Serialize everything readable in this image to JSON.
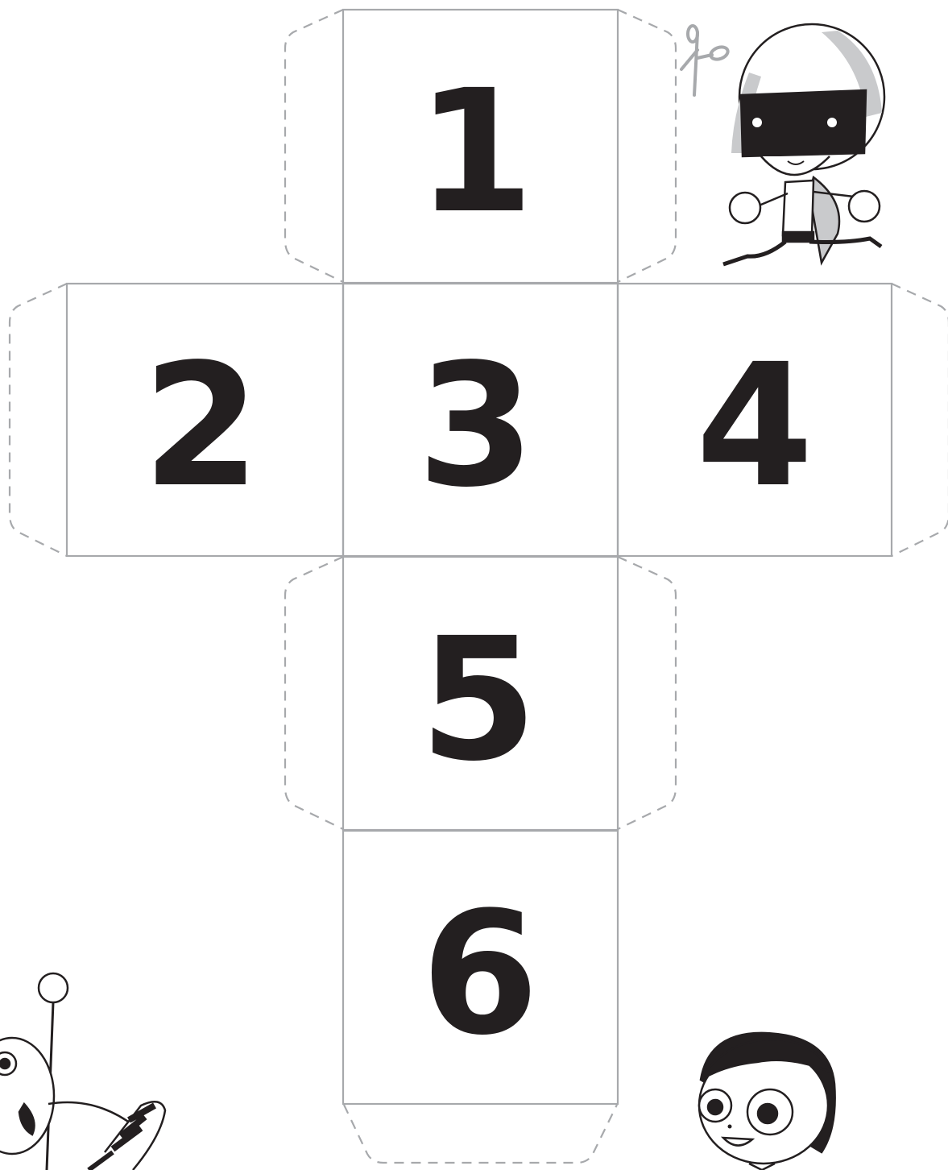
{
  "die_net": {
    "faces": [
      {
        "id": "face-1",
        "label": "1"
      },
      {
        "id": "face-2",
        "label": "2"
      },
      {
        "id": "face-3",
        "label": "3"
      },
      {
        "id": "face-4",
        "label": "4"
      },
      {
        "id": "face-5",
        "label": "5"
      },
      {
        "id": "face-6",
        "label": "6"
      }
    ],
    "outline_color": "#a7a9ac",
    "fold_tab_color": "#a7a9ac",
    "number_color": "#231f20"
  },
  "decorations": {
    "scissors_icon": "scissors-icon",
    "characters": [
      "helmet-character",
      "sun-character",
      "girl-character"
    ]
  }
}
